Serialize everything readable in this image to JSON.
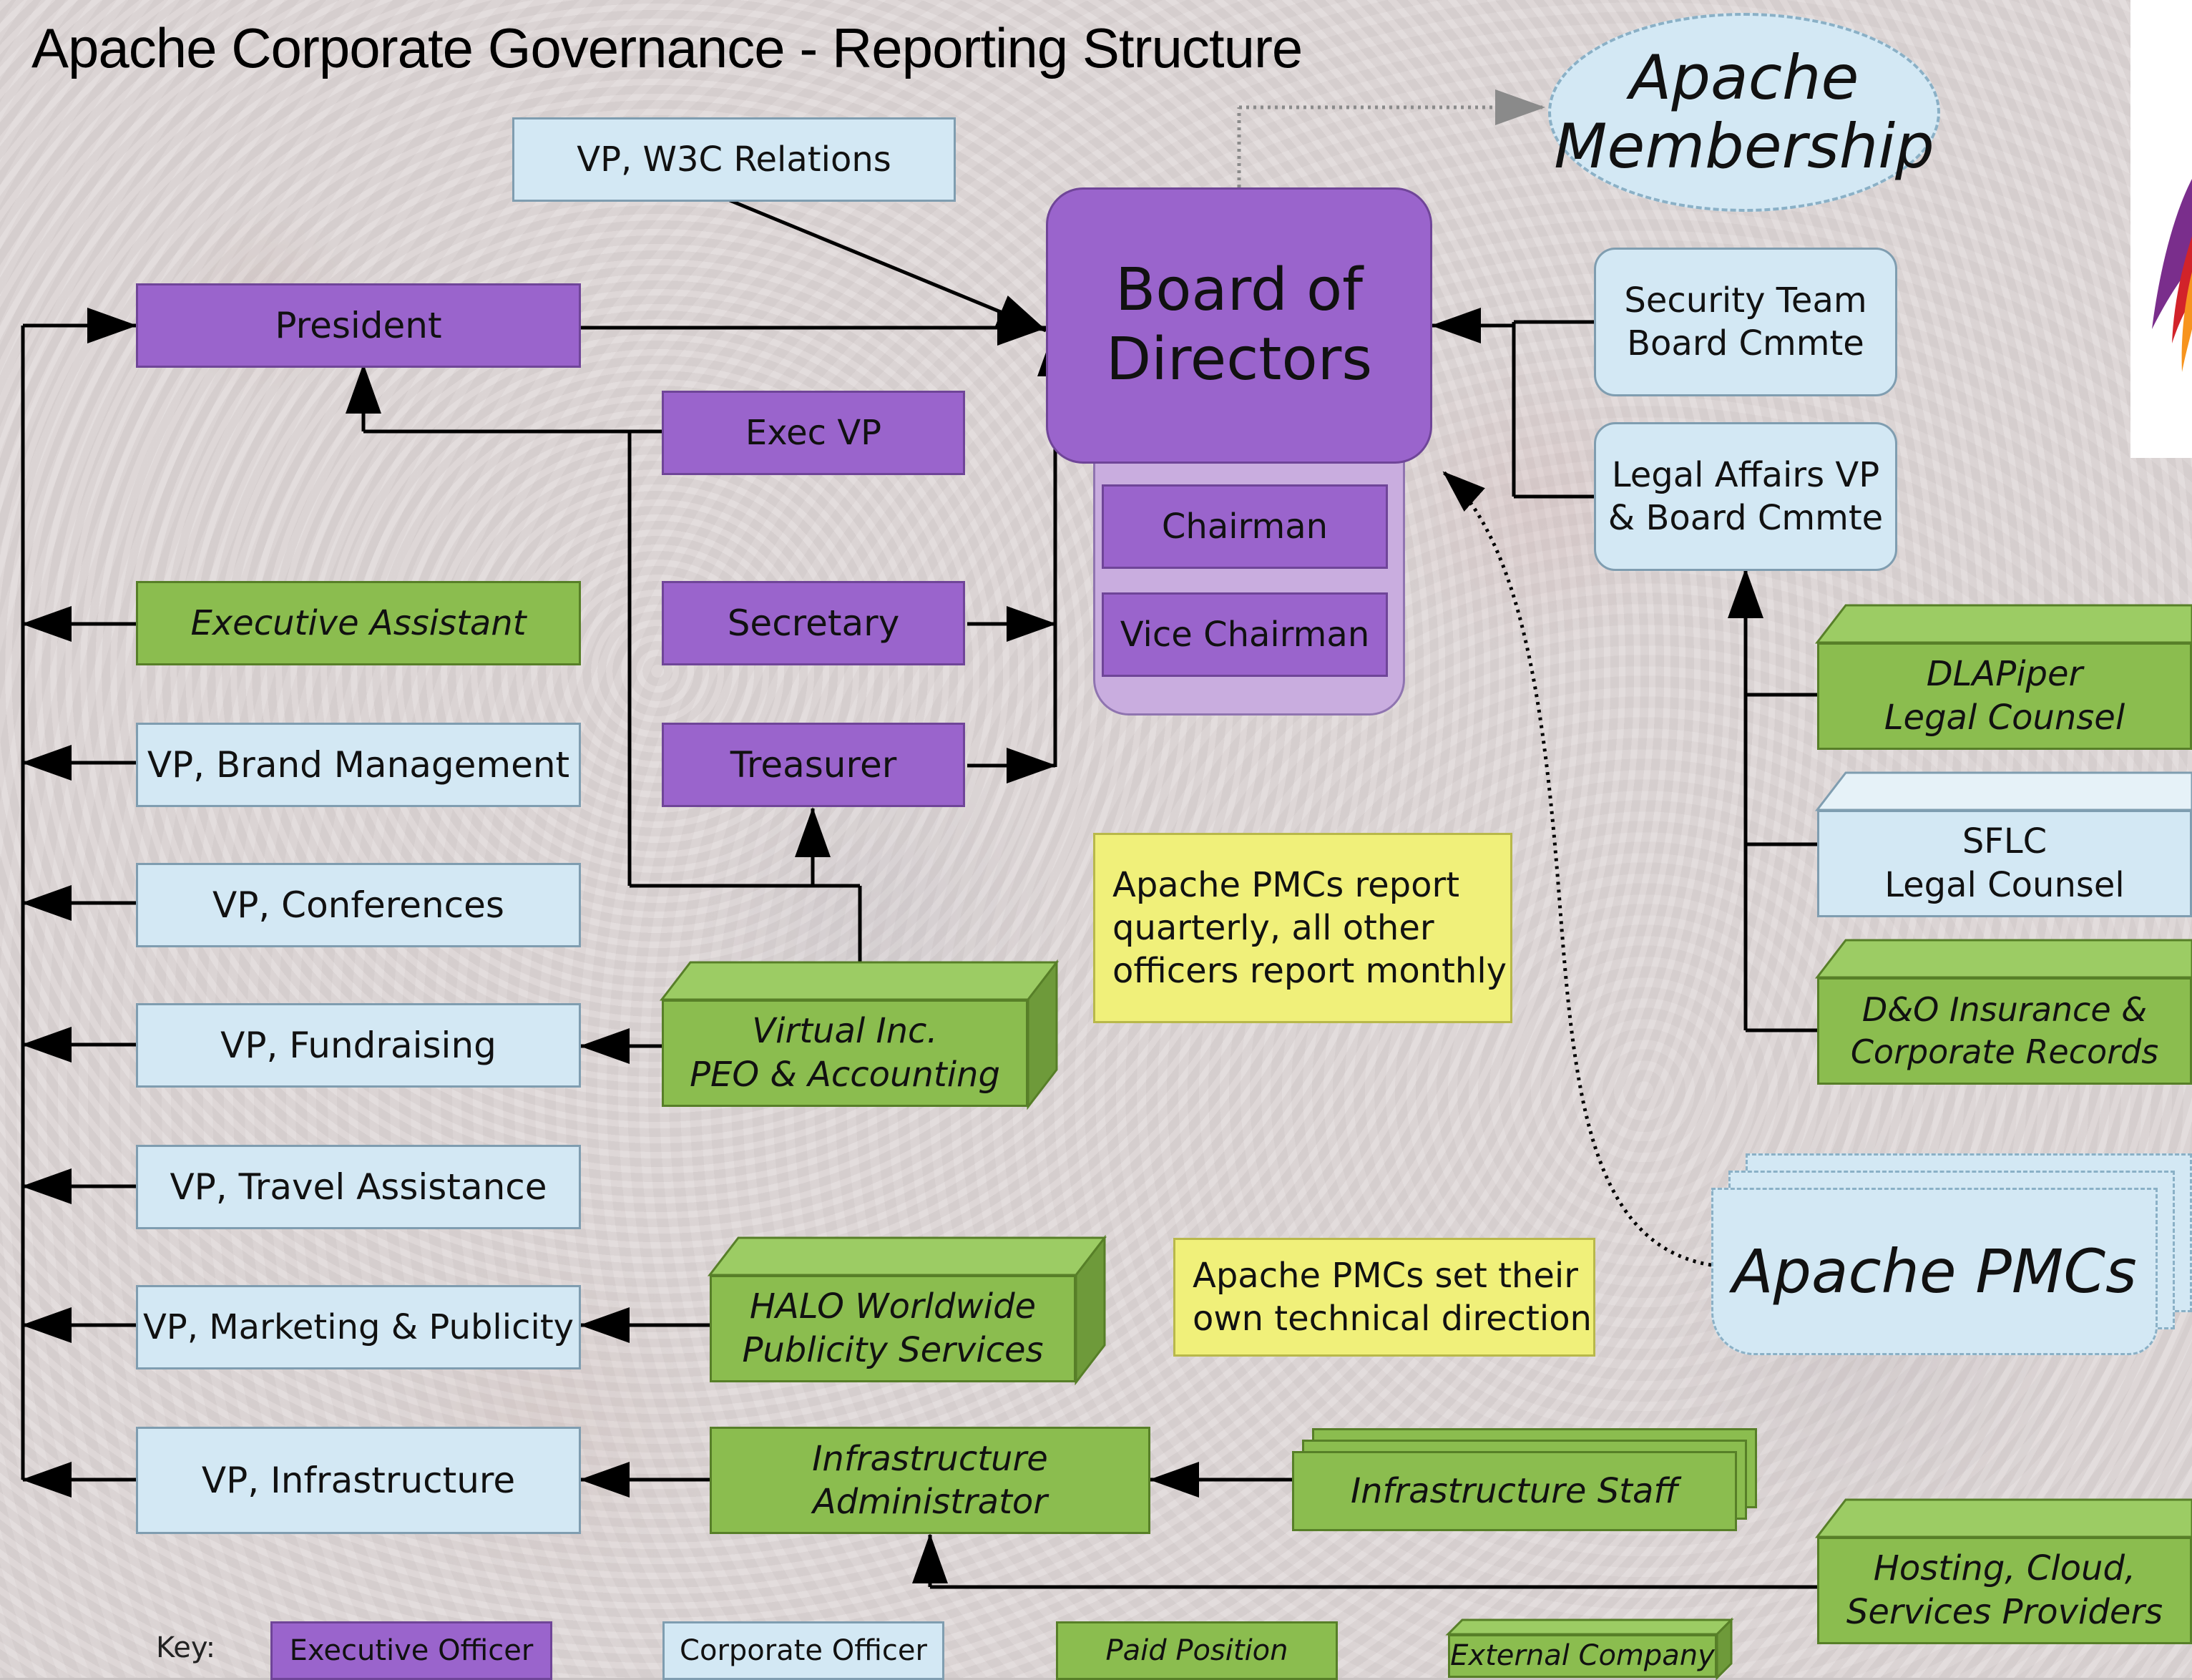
{
  "title": "Apache Corporate Governance - Reporting Structure",
  "membership": "Apache\nMembership",
  "board": {
    "label": "Board of\nDirectors",
    "chairman": "Chairman",
    "vice_chairman": "Vice Chairman"
  },
  "officers": {
    "w3c": "VP, W3C Relations",
    "president": "President",
    "exec_vp": "Exec VP",
    "exec_assistant": "Executive Assistant",
    "secretary": "Secretary",
    "treasurer": "Treasurer",
    "brand": "VP, Brand Management",
    "conferences": "VP, Conferences",
    "fundraising": "VP, Fundraising",
    "travel": "VP, Travel Assistance",
    "marketing": "VP, Marketing & Publicity",
    "infrastructure": "VP, Infrastructure",
    "infra_admin": "Infrastructure\nAdministrator",
    "security": "Security Team\nBoard Cmmte",
    "legal": "Legal Affairs VP\n& Board Cmmte"
  },
  "external": {
    "virtual": "Virtual Inc.\nPEO & Accounting",
    "halo": "HALO Worldwide\nPublicity Services",
    "infra_staff": "Infrastructure Staff",
    "dlapiper": "DLAPiper\nLegal Counsel",
    "sflc": "SFLC\nLegal Counsel",
    "dno": "D&O Insurance &\nCorporate Records",
    "hosting": "Hosting, Cloud,\nServices Providers"
  },
  "pmcs": "Apache PMCs",
  "notes": {
    "report": "Apache PMCs report\nquarterly, all other\nofficers report monthly",
    "direction": "Apache PMCs set their\nown technical direction"
  },
  "key": {
    "label": "Key:",
    "executive": "Executive Officer",
    "corporate": "Corporate Officer",
    "paid": "Paid Position",
    "external": "External Company"
  },
  "colors": {
    "executive": "#9a64cc",
    "corporate": "#d3e8f4",
    "paid": "#8bbd4f",
    "note": "#f0f07a"
  }
}
